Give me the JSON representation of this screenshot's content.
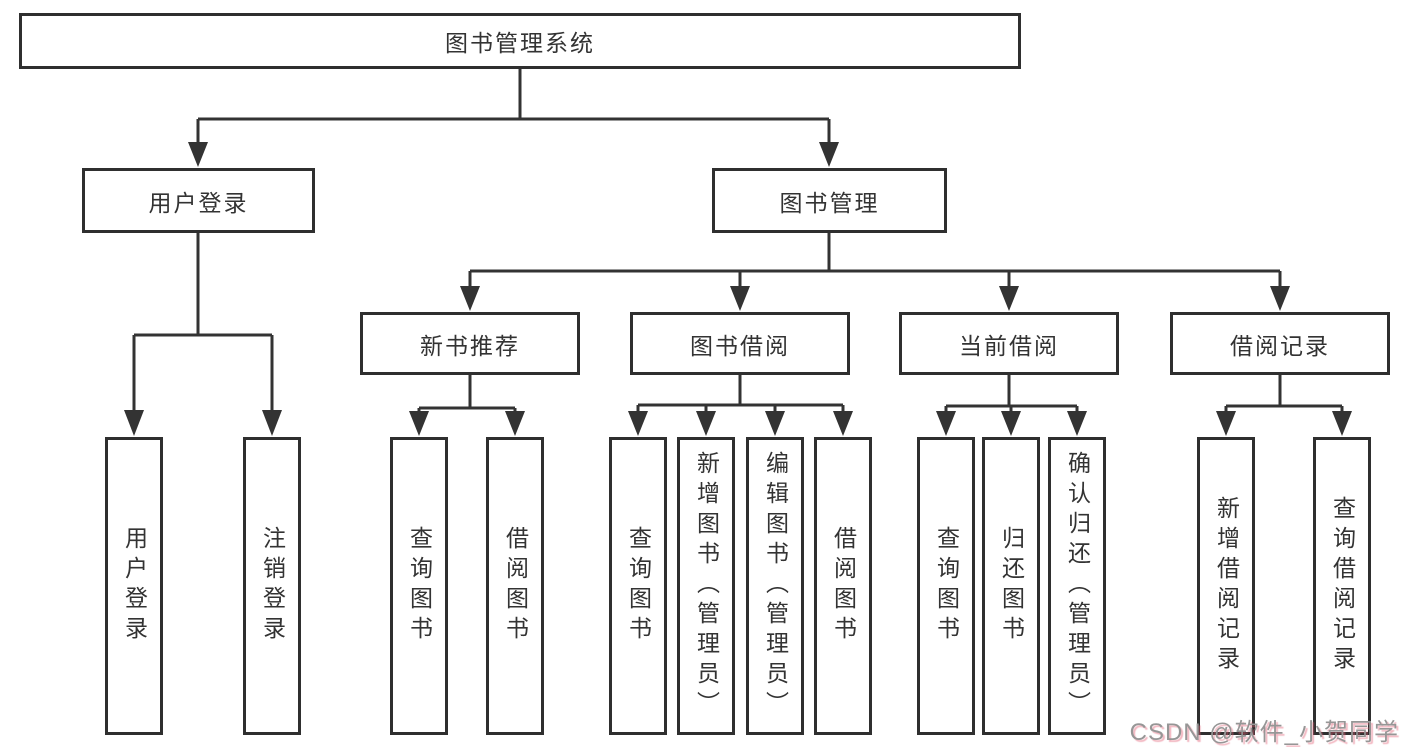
{
  "diagram": {
    "root": {
      "label": "图书管理系统"
    },
    "level2": {
      "user_login": {
        "label": "用户登录"
      },
      "book_management": {
        "label": "图书管理"
      }
    },
    "level3": {
      "new_book_recommend": {
        "label": "新书推荐"
      },
      "book_borrow": {
        "label": "图书借阅"
      },
      "current_borrow": {
        "label": "当前借阅"
      },
      "borrow_records": {
        "label": "借阅记录"
      }
    },
    "leaves": {
      "user_login": [
        {
          "label": "用户登录"
        },
        {
          "label": "注销登录"
        }
      ],
      "new_book_recommend": [
        {
          "label": "查询图书"
        },
        {
          "label": "借阅图书"
        }
      ],
      "book_borrow": [
        {
          "label": "查询图书"
        },
        {
          "label": "新增图书（管理员）"
        },
        {
          "label": "编辑图书（管理员）"
        },
        {
          "label": "借阅图书"
        }
      ],
      "current_borrow": [
        {
          "label": "查询图书"
        },
        {
          "label": "归还图书"
        },
        {
          "label": "确认归还（管理员）"
        }
      ],
      "borrow_records": [
        {
          "label": "新增借阅记录"
        },
        {
          "label": "查询借阅记录"
        }
      ]
    },
    "colors": {
      "line": "#333333",
      "box_border": "#2f2f2f",
      "text": "#333333",
      "background": "#ffffff"
    }
  },
  "watermark": {
    "text": "CSDN @软件_小贺同学",
    "color": "#969696",
    "accent": "#e25e74"
  }
}
